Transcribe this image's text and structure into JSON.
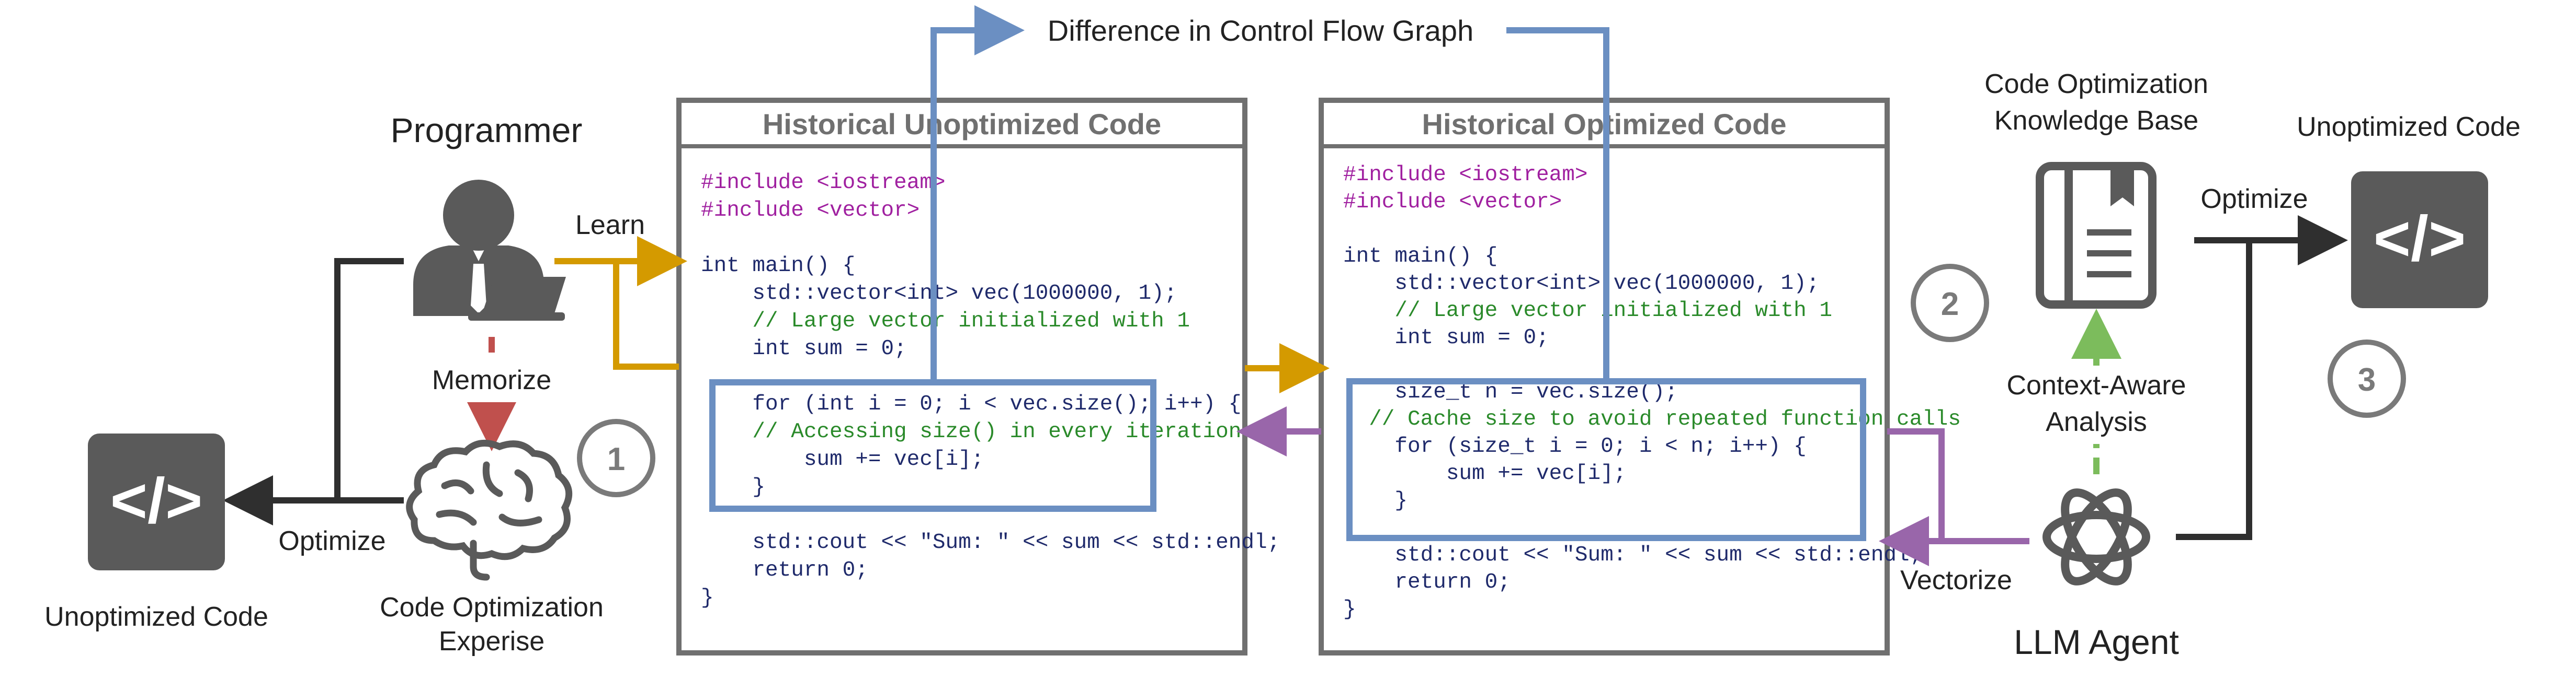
{
  "labels": {
    "top_caption": "Difference in Control Flow Graph",
    "programmer": "Programmer",
    "learn": "Learn",
    "memorize": "Memorize",
    "expertise_line1": "Code Optimization",
    "expertise_line2": "Experise",
    "left_optimize": "Optimize",
    "left_unoptimized": "Unoptimized Code",
    "kb_line1": "Code Optimization",
    "kb_line2": "Knowledge Base",
    "context_line1": "Context-Aware",
    "context_line2": "Analysis",
    "right_optimize": "Optimize",
    "right_unoptimized": "Unoptimized Code",
    "vectorize": "Vectorize",
    "llm_agent": "LLM Agent",
    "step1": "1",
    "step2": "2",
    "step3": "3",
    "code_icon": "</>"
  },
  "panels": {
    "unoptimized": {
      "title": "Historical Unoptimized Code",
      "lines": [
        "#include <iostream>",
        "#include <vector>",
        "",
        "int main() {",
        "    std::vector<int> vec(1000000, 1);",
        "    // Large vector initialized with 1",
        "    int sum = 0;",
        "",
        "    for (int i = 0; i < vec.size(); i++) {",
        "    // Accessing size() in every iteration",
        "        sum += vec[i];",
        "    }",
        "",
        "    std::cout << \"Sum: \" << sum << std::endl;",
        "    return 0;",
        "}"
      ]
    },
    "optimized": {
      "title": "Historical Optimized Code",
      "lines": [
        "#include <iostream>",
        "#include <vector>",
        "",
        "int main() {",
        "    std::vector<int> vec(1000000, 1);",
        "    // Large vector initialized with 1",
        "    int sum = 0;",
        "",
        "    size_t n = vec.size();",
        "  // Cache size to avoid repeated function calls",
        "    for (size_t i = 0; i < n; i++) {",
        "        sum += vec[i];",
        "    }",
        "",
        "    std::cout << \"Sum: \" << sum << std::endl;",
        "    return 0;",
        "}"
      ]
    }
  },
  "colors": {
    "arrow_dark": "#2f2f2f",
    "arrow_gold": "#d49a00",
    "arrow_red": "#c0504d",
    "arrow_purple": "#9966aa",
    "arrow_green": "#7cbc5c",
    "highlight_blue": "#6b8fc2",
    "icon_gray": "#5a5a5a",
    "panel_border": "#707070"
  },
  "icons": [
    "person-laptop-icon",
    "brain-icon",
    "code-icon",
    "book-icon",
    "openai-logo-icon"
  ]
}
